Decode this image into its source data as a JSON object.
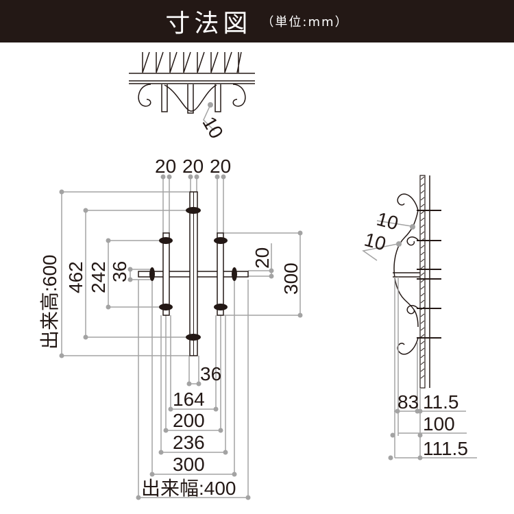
{
  "header": {
    "title": "寸法図",
    "unit": "（単位:mm）"
  },
  "top_view": {
    "dim_10": "10"
  },
  "front_view": {
    "top_dims": [
      "20",
      "20",
      "20"
    ],
    "height_total": "出来高:600",
    "dim_462": "462",
    "dim_242": "242",
    "dim_36_left": "36",
    "dim_20_right": "20",
    "dim_300_right": "300",
    "dim_36_bottom": "36",
    "dim_164": "164",
    "dim_200": "200",
    "dim_236": "236",
    "dim_300_bottom": "300",
    "width_total": "出来幅:400"
  },
  "side_view": {
    "dim_10_upper": "10",
    "dim_10_lower": "10",
    "dim_83": "83",
    "dim_11_5": "11.5",
    "dim_100": "100",
    "dim_111_5": "111.5"
  }
}
